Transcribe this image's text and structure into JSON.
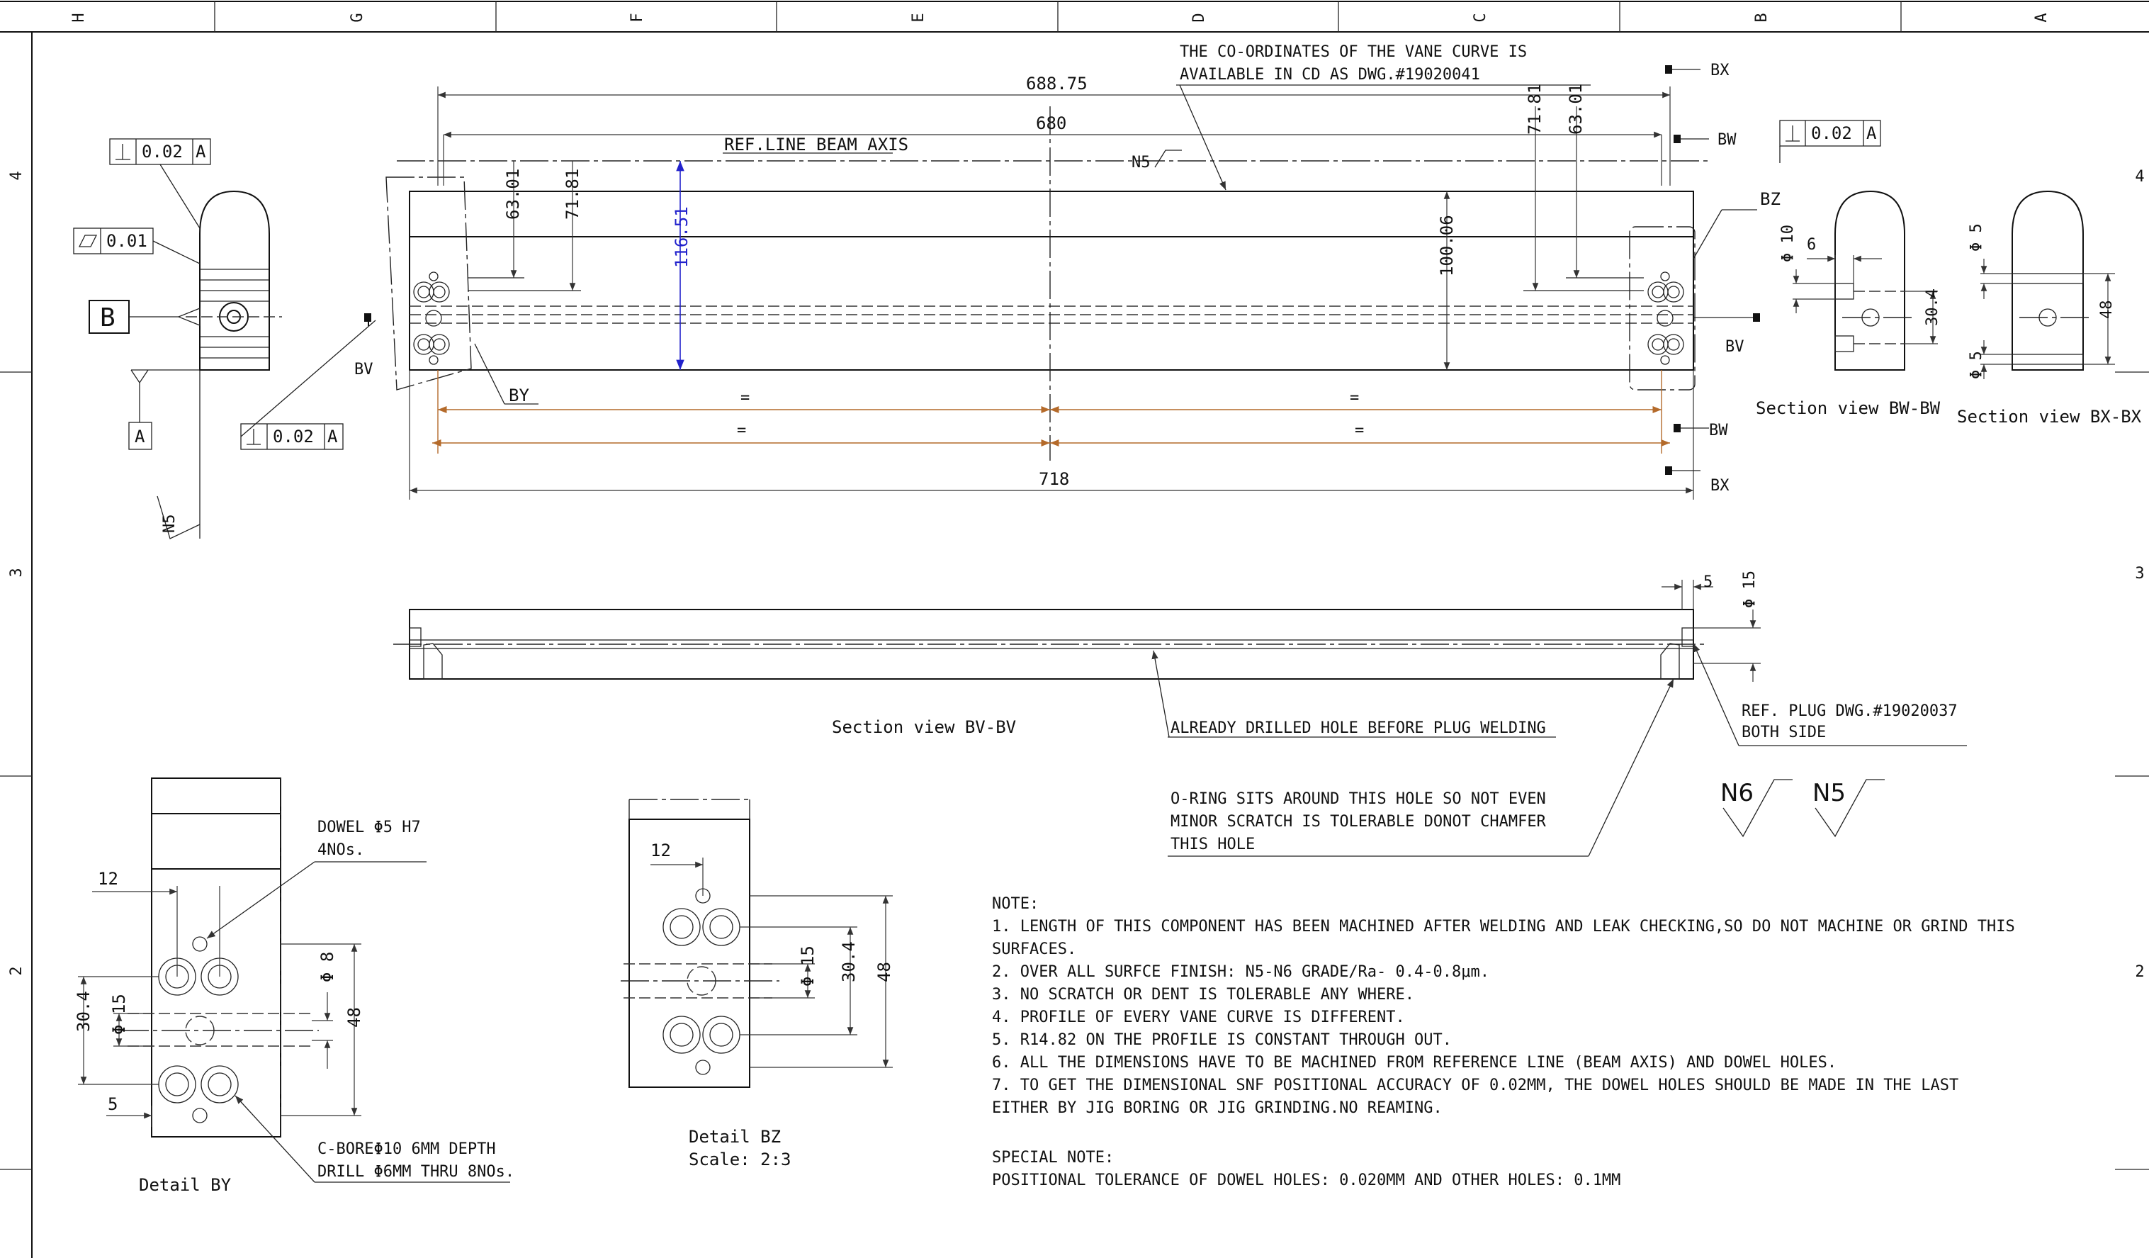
{
  "border": {
    "columns": [
      "H",
      "G",
      "F",
      "E",
      "D",
      "C",
      "B",
      "A"
    ],
    "rows": [
      "4",
      "3",
      "2"
    ]
  },
  "main_view": {
    "dim_688": "688.75",
    "dim_680": "680",
    "dim_718": "718",
    "dim_116": "116.51",
    "dim_10006": "100.06",
    "dim_6301": "63.01",
    "dim_7181": "71.81",
    "dim_7181_r": "71.81",
    "dim_6301_r": "63.01",
    "ref_line": "REF.LINE BEAM AXIS",
    "n5": "N5",
    "eq": "=",
    "vane_note_1": "THE CO-ORDINATES OF THE VANE CURVE IS",
    "vane_note_2": "AVAILABLE IN CD AS DWG.#19020041",
    "by": "BY",
    "bz": "BZ",
    "bv": "BV",
    "bw": "BW",
    "bx": "BX"
  },
  "left_view": {
    "perp": "0.02",
    "datum_a": "A",
    "flat": "0.01",
    "datum_b": "B",
    "n5": "N5"
  },
  "section_bw": {
    "title": "Section view BW-BW",
    "d10": "Φ 10",
    "d6": "6",
    "d304": "30.4",
    "perp": "0.02",
    "datum": "A"
  },
  "section_bx": {
    "title": "Section view BX-BX",
    "d5a": "Φ 5",
    "d5b": "Φ 5",
    "d48": "48"
  },
  "section_bv": {
    "title": "Section view BV-BV",
    "d5": "5",
    "d15": "Φ 15",
    "note_drilled": "ALREADY DRILLED  HOLE BEFORE PLUG WELDING",
    "note_plug_1": "REF. PLUG  DWG.#19020037",
    "note_plug_2": "BOTH SIDE",
    "oring_1": "O-RING SITS AROUND THIS HOLE SO NOT EVEN",
    "oring_2": "MINOR SCRATCH IS TOLERABLE DONOT CHAMFER",
    "oring_3": "THIS HOLE"
  },
  "finish_symbols": [
    "N6",
    "N5"
  ],
  "detail_by": {
    "title": "Detail BY",
    "dowel_1": "DOWEL Φ5 H7",
    "dowel_2": "4NOs.",
    "d12": "12",
    "d304": "30.4",
    "d15": "Φ 15",
    "d8": "Φ 8",
    "d48": "48",
    "d5": "5",
    "cbore_1": "C-BOREΦ10 6MM DEPTH",
    "cbore_2": "DRILL Φ6MM THRU 8NOs."
  },
  "detail_bz": {
    "title": "Detail BZ",
    "scale": "Scale:  2:3",
    "d12": "12",
    "d15": "Φ 15",
    "d304": "30.4",
    "d48": "48"
  },
  "notes": {
    "heading": "NOTE:",
    "lines": [
      "1. LENGTH OF THIS COMPONENT HAS BEEN MACHINED AFTER WELDING AND LEAK CHECKING,SO DO NOT MACHINE OR GRIND THIS",
      "SURFACES.",
      "2. OVER ALL SURFCE FINISH: N5-N6 GRADE/Ra- 0.4-0.8μm.",
      "3. NO SCRATCH OR DENT IS TOLERABLE ANY WHERE.",
      "4. PROFILE OF EVERY VANE CURVE IS DIFFERENT.",
      "5. R14.82 ON THE PROFILE IS CONSTANT THROUGH OUT.",
      "6. ALL THE DIMENSIONS HAVE TO BE MACHINED FROM REFERENCE LINE (BEAM AXIS) AND DOWEL HOLES.",
      "7. TO GET THE DIMENSIONAL SNF POSITIONAL ACCURACY OF 0.02MM, THE DOWEL HOLES SHOULD BE MADE IN THE LAST",
      "EITHER BY JIG BORING OR JIG GRINDING.NO REAMING."
    ],
    "special_heading": "SPECIAL NOTE:",
    "special_line": "POSITIONAL TOLERANCE OF DOWEL HOLES: 0.020MM AND OTHER HOLES: 0.1MM"
  }
}
